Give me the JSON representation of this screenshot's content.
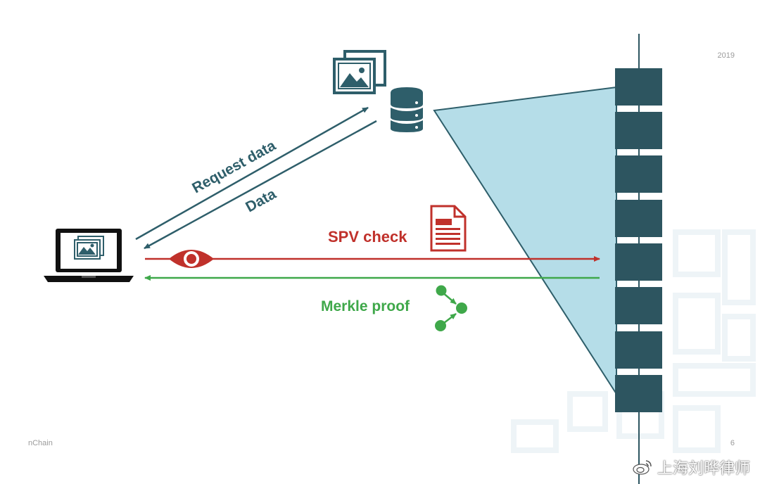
{
  "labels": {
    "request": "Request data",
    "data": "Data",
    "spv": "SPV check",
    "merkle": "Merkle proof"
  },
  "footer": {
    "year": "2019",
    "brand": "nChain",
    "page": "6"
  },
  "watermark": "上海刘晔律师",
  "colors": {
    "teal": "#2e5e6a",
    "red": "#c0312b",
    "green": "#3fa84a",
    "light_blue": "#b5dde8",
    "block": "#2d5560"
  },
  "icons": [
    "laptop-icon",
    "image-gallery-icon",
    "database-icon",
    "document-icon",
    "eye-icon",
    "merkle-graph-icon",
    "blockchain-icon"
  ]
}
